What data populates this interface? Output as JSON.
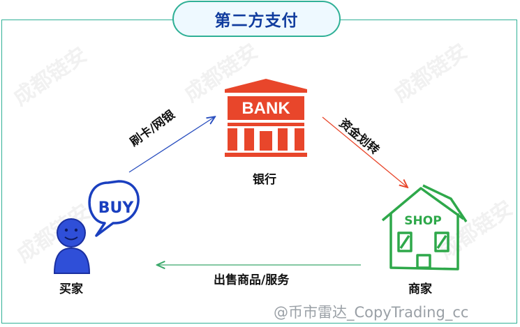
{
  "title": "第二方支付",
  "nodes": {
    "bank": {
      "sign": "BANK",
      "label": "银行"
    },
    "buyer": {
      "speech": "BUY",
      "label": "买家"
    },
    "shop": {
      "sign": "SHOP",
      "label": "商家"
    }
  },
  "edges": {
    "buyer_to_bank": "刷卡/网银",
    "bank_to_shop": "资金划转",
    "shop_to_buyer": "出售商品/服务"
  },
  "watermark": "成都链安",
  "caption": "@币市雷达_CopyTrading_cc",
  "colors": {
    "frame": "#2fb096",
    "title": "#103c9e",
    "bank": "#e8462b",
    "buyer": "#1a3fbf",
    "shop": "#2ea84a",
    "arrow_blue": "#2a4fbf",
    "arrow_red": "#e8462b",
    "arrow_green": "#3aa86a"
  }
}
